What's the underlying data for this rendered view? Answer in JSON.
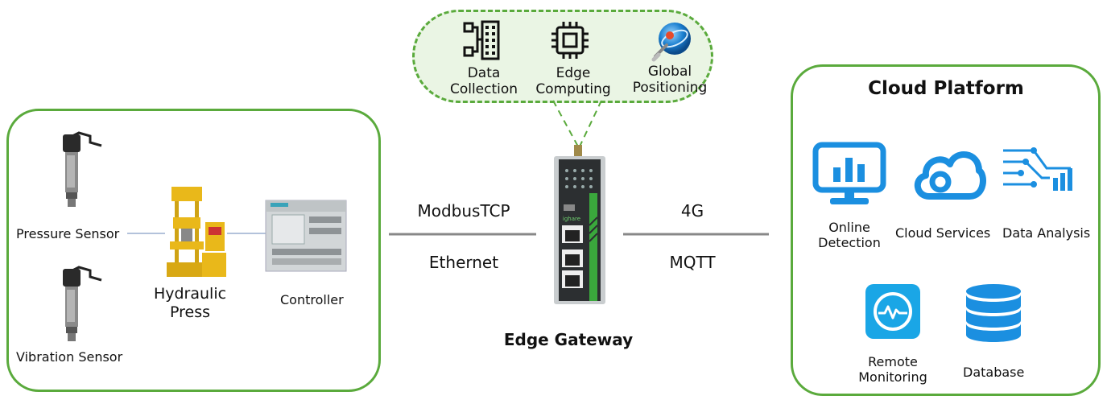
{
  "edge_features": {
    "items": [
      {
        "label_line1": "Data",
        "label_line2": "Collection",
        "icon": "data-collection-icon"
      },
      {
        "label_line1": "Edge",
        "label_line2": "Computing",
        "icon": "chip-icon"
      },
      {
        "label_line1": "Global",
        "label_line2": "Positioning",
        "icon": "globe-icon"
      }
    ]
  },
  "field": {
    "pressure_sensor": "Pressure Sensor",
    "vibration_sensor": "Vibration Sensor",
    "hydraulic_press_line1": "Hydraulic",
    "hydraulic_press_line2": "Press",
    "controller": "Controller"
  },
  "links": {
    "left_top": "ModbusTCP",
    "left_bottom": "Ethernet",
    "right_top": "4G",
    "right_bottom": "MQTT"
  },
  "gateway": {
    "title": "Edge Gateway",
    "brand": "ighare"
  },
  "cloud": {
    "title": "Cloud Platform",
    "online_detection_line1": "Online",
    "online_detection_line2": "Detection",
    "cloud_services": "Cloud Services",
    "data_analysis": "Data Analysis",
    "remote_monitoring_line1": "Remote",
    "remote_monitoring_line2": "Monitoring",
    "database": "Database"
  },
  "colors": {
    "border_green": "#5aaa3c",
    "bubble_fill": "#eaf5e4",
    "cloud_blue": "#1b8fe0"
  }
}
